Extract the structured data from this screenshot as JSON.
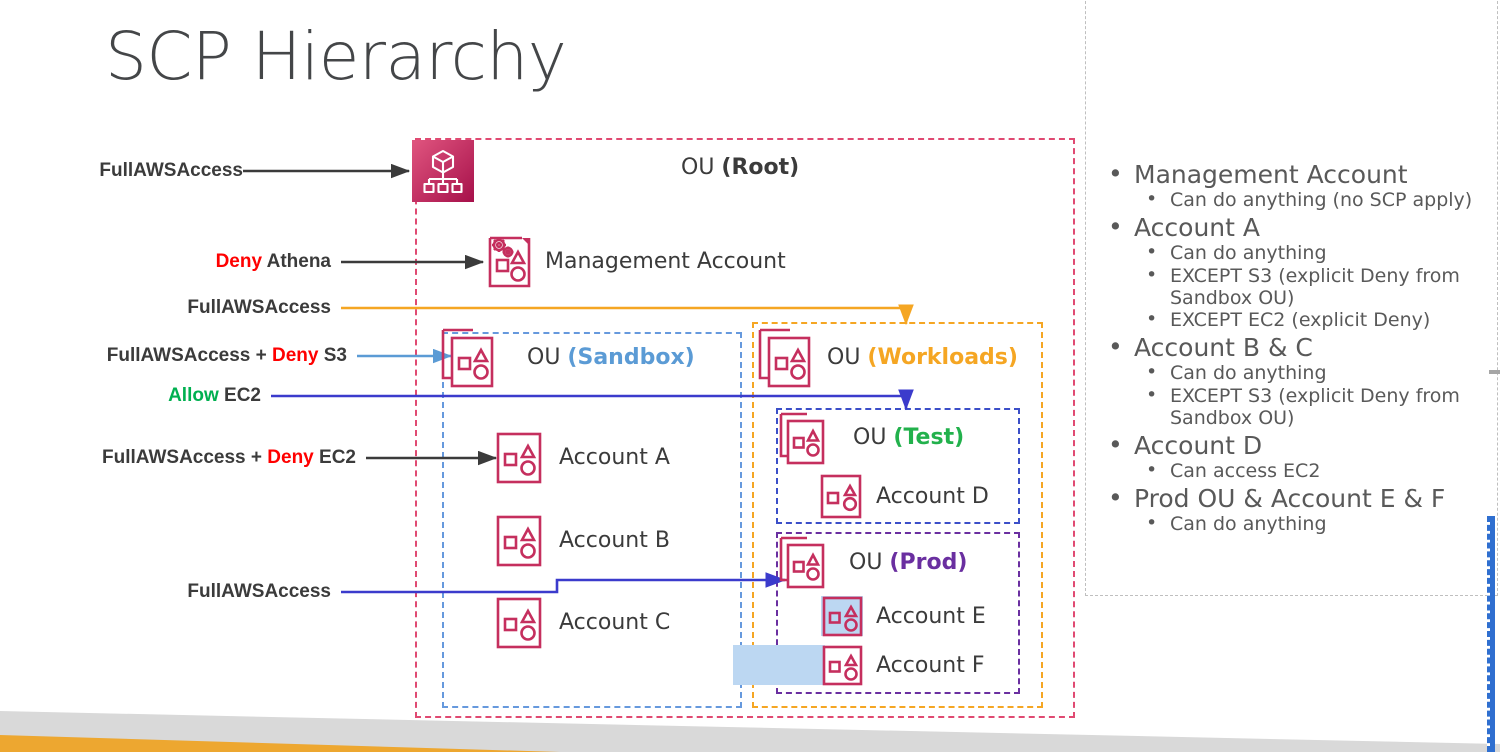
{
  "slide": {
    "title": "SCP Hierarchy"
  },
  "policy_labels": [
    {
      "id": "root-policy",
      "text": "FullAWSAccess",
      "parts": [
        {
          "t": "FullAWSAccess",
          "c": "plain"
        }
      ]
    },
    {
      "id": "mgmt-policy",
      "text": "Deny Athena",
      "parts": [
        {
          "t": "Deny",
          "c": "deny"
        },
        {
          "t": " Athena",
          "c": "plain"
        }
      ]
    },
    {
      "id": "workloads-policy",
      "text": "FullAWSAccess",
      "parts": [
        {
          "t": "FullAWSAccess",
          "c": "plain"
        }
      ]
    },
    {
      "id": "sandbox-policy",
      "text": "FullAWSAccess + Deny S3",
      "parts": [
        {
          "t": "FullAWSAccess + ",
          "c": "plain"
        },
        {
          "t": "Deny",
          "c": "deny"
        },
        {
          "t": " S3",
          "c": "plain"
        }
      ]
    },
    {
      "id": "test-policy",
      "text": "Allow EC2",
      "parts": [
        {
          "t": "Allow",
          "c": "allow"
        },
        {
          "t": " EC2",
          "c": "plain"
        }
      ]
    },
    {
      "id": "accounta-policy",
      "text": "FullAWSAccess + Deny EC2",
      "parts": [
        {
          "t": "FullAWSAccess + ",
          "c": "plain"
        },
        {
          "t": "Deny",
          "c": "deny"
        },
        {
          "t": " EC2",
          "c": "plain"
        }
      ]
    },
    {
      "id": "prod-policy",
      "text": "FullAWSAccess",
      "parts": [
        {
          "t": "FullAWSAccess",
          "c": "plain"
        }
      ]
    }
  ],
  "diagram": {
    "root": {
      "prefix": "OU ",
      "tag": "(Root)"
    },
    "management_account": {
      "label": "Management Account"
    },
    "sandbox": {
      "prefix": "OU ",
      "tag": "(Sandbox)"
    },
    "workloads": {
      "prefix": "OU ",
      "tag": "(Workloads)"
    },
    "test": {
      "prefix": "OU ",
      "tag": "(Test)"
    },
    "prod": {
      "prefix": "OU ",
      "tag": "(Prod)"
    },
    "accounts": {
      "a": "Account A",
      "b": "Account B",
      "c": "Account C",
      "d": "Account D",
      "e": "Account E",
      "f": "Account F"
    }
  },
  "notes": [
    {
      "level": 1,
      "text": "Management Account"
    },
    {
      "level": 2,
      "text": "Can do anything (no SCP apply)"
    },
    {
      "level": 1,
      "text": "Account A"
    },
    {
      "level": 2,
      "text": "Can do anything"
    },
    {
      "level": 2,
      "text": "EXCEPT S3 (explicit Deny from Sandbox OU)"
    },
    {
      "level": 2,
      "text": "EXCEPT EC2 (explicit Deny)"
    },
    {
      "level": 1,
      "text": "Account B & C"
    },
    {
      "level": 2,
      "text": "Can do anything"
    },
    {
      "level": 2,
      "text": "EXCEPT S3 (explicit Deny from Sandbox OU)"
    },
    {
      "level": 1,
      "text": "Account D"
    },
    {
      "level": 2,
      "text": "Can access EC2"
    },
    {
      "level": 1,
      "text": "Prod OU & Account E & F"
    },
    {
      "level": 2,
      "text": "Can do anything"
    }
  ],
  "colors": {
    "aws_pink": "#c52f5e",
    "root_border": "#e04a72",
    "sandbox_border": "#6699dd",
    "workloads_border": "#f5a623",
    "test_border": "#3b4fc8",
    "prod_border": "#6a2fa0",
    "deny_red": "#ff0000",
    "allow_green": "#00b050",
    "arrow_dark": "#3b3b3b",
    "arrow_blue": "#5b9bd5",
    "arrow_indigo": "#3b3bcc",
    "arrow_orange": "#f5a623",
    "highlight_blue": "#bcd7f2",
    "text_gray": "#3b3b3b",
    "notes_gray": "#595959",
    "footer_gray": "#d9d9d9",
    "footer_orange": "#eda730"
  },
  "icons": {
    "organizations": "aws-organizations-icon",
    "management_account": "management-account-icon",
    "account": "account-icon",
    "ou": "organizational-unit-icon"
  }
}
